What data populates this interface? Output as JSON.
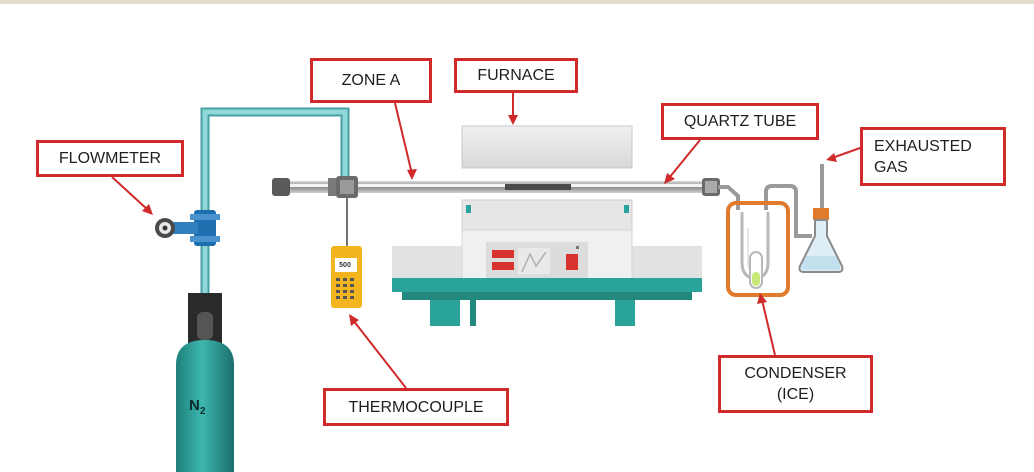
{
  "labels": {
    "zone_a": "ZONE A",
    "furnace": "FURNACE",
    "quartz_tube": "QUARTZ TUBE",
    "flowmeter": "FLOWMETER",
    "exhausted_gas": "EXHAUSTED\nGAS",
    "thermocouple": "THERMOCOUPLE",
    "condenser": "CONDENSER\n(ICE)"
  },
  "cylinder": {
    "gas": "N",
    "subscript": "2"
  },
  "thermocouple_display": "500",
  "colors": {
    "label_border": "#d02a2a",
    "arrow": "#d02a2a",
    "gas_line": "#6cc3c6",
    "cylinder": "#2e9e98",
    "furnace_base": "#2aa39a",
    "condenser_highlight": "#e07a2c",
    "thermocouple_body": "#f2b51d"
  }
}
